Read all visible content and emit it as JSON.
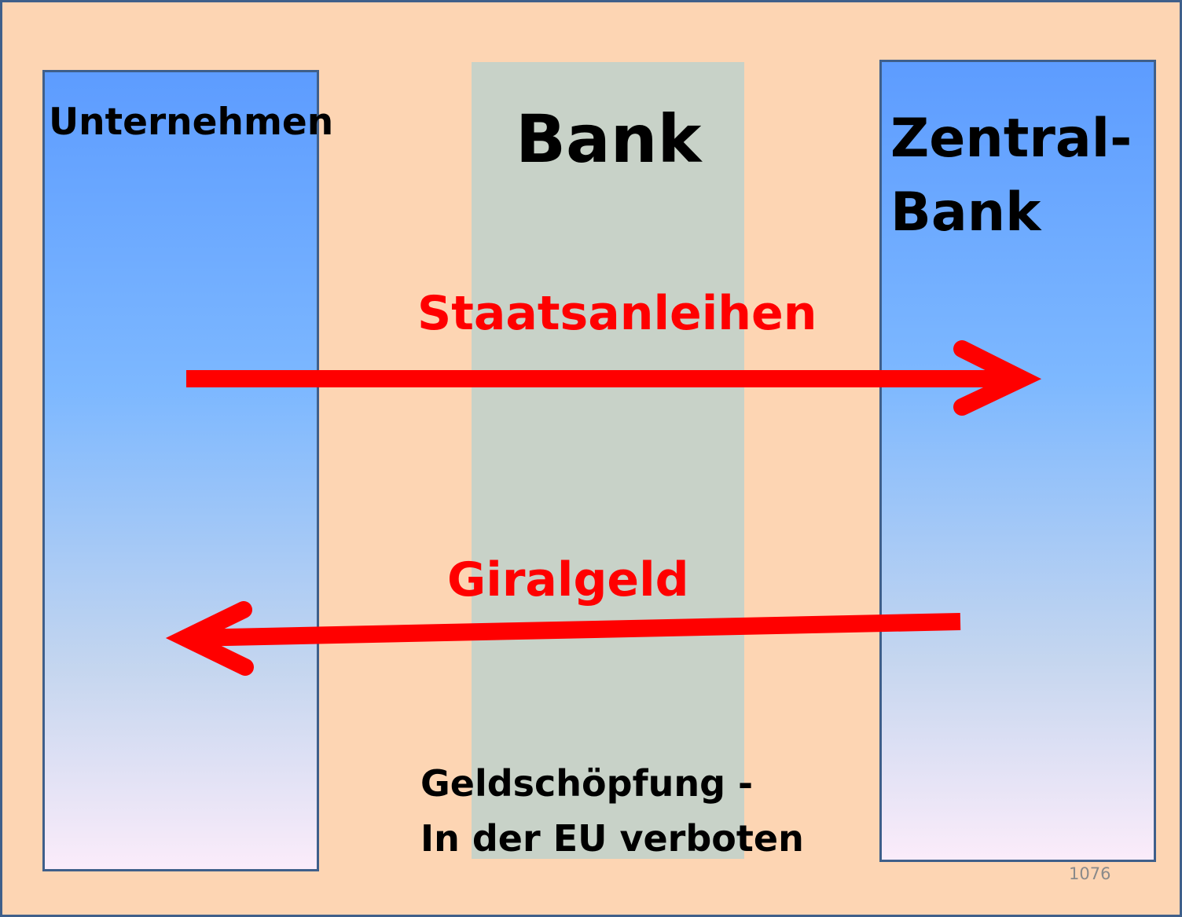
{
  "left_entity": "Unternehmen",
  "middle_entity": "Bank",
  "right_entity": {
    "line1": "Zentral-",
    "line2": "Bank"
  },
  "flows": {
    "top": "Staatsanleihen",
    "bottom": "Giralgeld"
  },
  "note": {
    "line1": "Geldschöpfung -",
    "line2": "In der EU verboten"
  },
  "page_number": "1076",
  "colors": {
    "background": "#fdd5b3",
    "bank_column": "#c8d2c8",
    "box_border": "#3f5f8a",
    "arrow": "#ff0000"
  }
}
